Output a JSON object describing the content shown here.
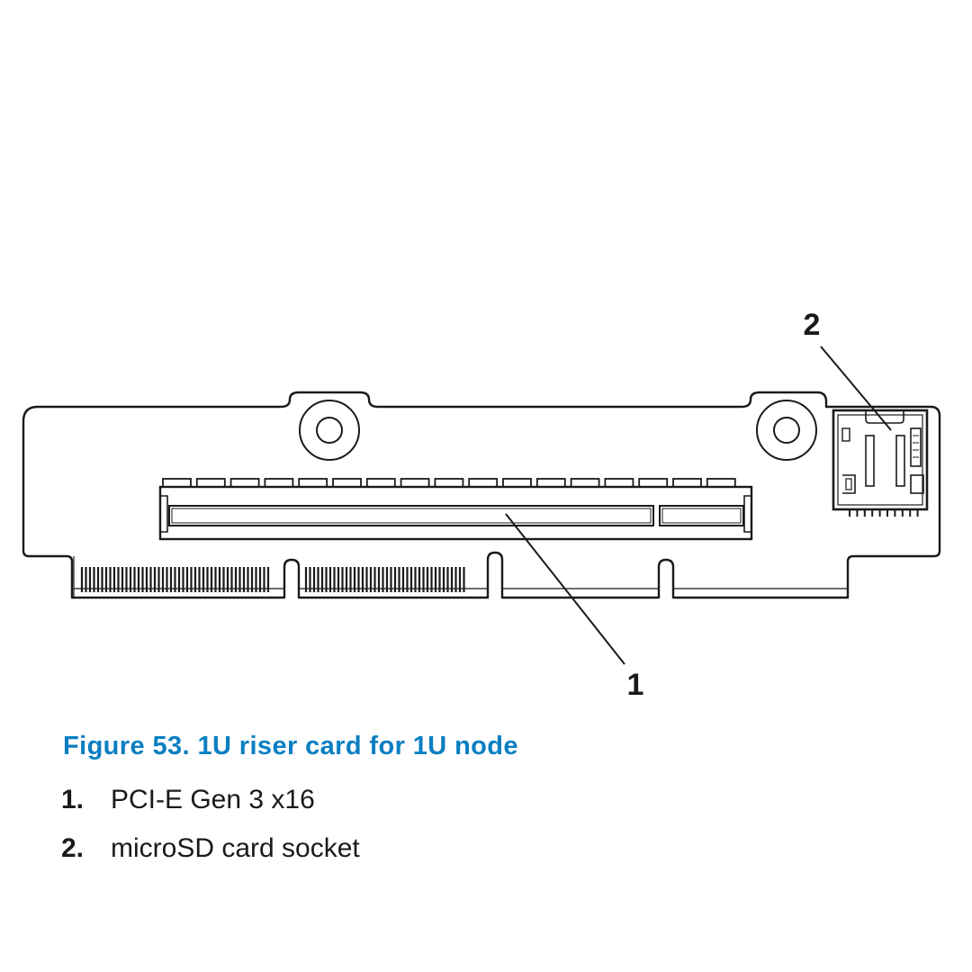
{
  "figure": {
    "caption": "Figure 53. 1U riser card for 1U node"
  },
  "callouts": [
    {
      "id": "1",
      "label": "1"
    },
    {
      "id": "2",
      "label": "2"
    }
  ],
  "legend": [
    {
      "number": "1.",
      "text": "PCI-E Gen 3 x16"
    },
    {
      "number": "2.",
      "text": "microSD card socket"
    }
  ],
  "colors": {
    "caption": "#0a7fc2",
    "line": "#1a1a1a",
    "text": "#1a1a1a"
  }
}
